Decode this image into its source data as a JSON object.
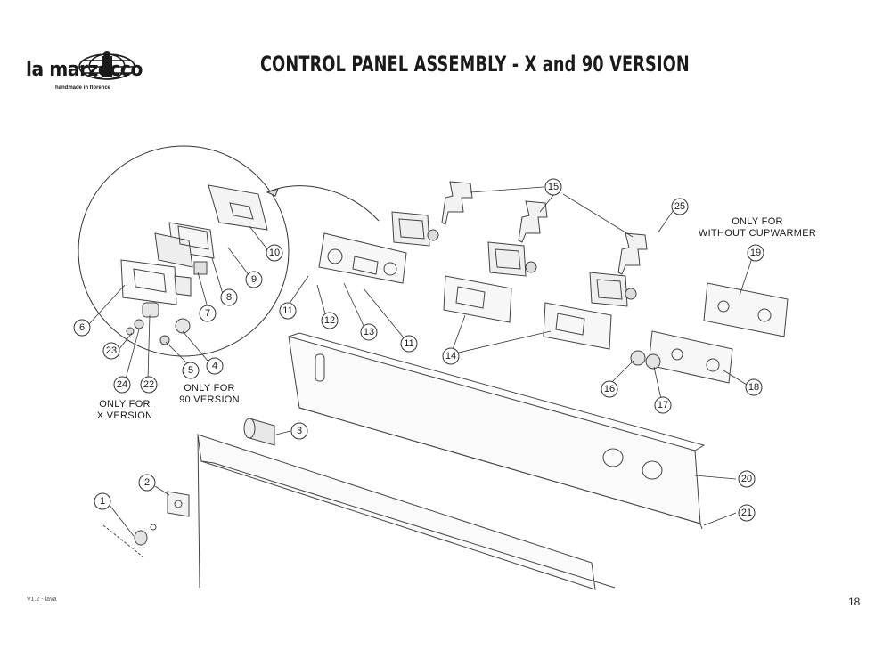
{
  "brand": {
    "name": "la marzocco",
    "tagline": "handmade in florence"
  },
  "page_title": "CONTROL PANEL ASSEMBLY - X and 90 VERSION",
  "footer": {
    "version": "V1.2 - lava",
    "page_number": "18"
  },
  "notes": {
    "x_version": [
      "ONLY FOR",
      "X VERSION"
    ],
    "v90_version": [
      "ONLY FOR",
      "90 VERSION"
    ],
    "cupwarmer": [
      "ONLY FOR",
      "WITHOUT CUPWARMER"
    ]
  },
  "callouts": [
    "1",
    "2",
    "3",
    "4",
    "5",
    "6",
    "7",
    "8",
    "9",
    "10",
    "11",
    "11",
    "12",
    "13",
    "14",
    "15",
    "16",
    "17",
    "18",
    "19",
    "20",
    "21",
    "22",
    "23",
    "24",
    "25"
  ]
}
